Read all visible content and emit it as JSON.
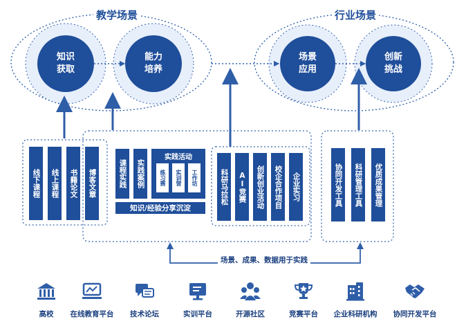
{
  "top": {
    "teaching_title": "教学场景",
    "industry_title": "行业场景",
    "circles": [
      {
        "line1": "知识",
        "line2": "获取"
      },
      {
        "line1": "能力",
        "line2": "培养"
      },
      {
        "line1": "场景",
        "line2": "应用"
      },
      {
        "line1": "创新",
        "line2": "挑战"
      }
    ]
  },
  "left_group": [
    "线下课程",
    "线上课程",
    "书籍论文",
    "博客文章"
  ],
  "middle_group": {
    "course_practice": "课程实践",
    "practice_case": "实践案例",
    "practice_activity": "实践活动",
    "sub_items": [
      "练习赛",
      "实训营",
      "工作坊"
    ],
    "knowledge_share": "知识/经验分享沉淀"
  },
  "right_middle_group": [
    "科研马拉松",
    "AI竞赛",
    "创新创业活动",
    "校企合作项目",
    "企业实习"
  ],
  "right_group": [
    "协同开发工具",
    "科研管理工具",
    "优质成果管理"
  ],
  "feedback_label": "场景、成果、数据用于实践",
  "platforms": [
    {
      "label": "高校",
      "icon": "university-icon"
    },
    {
      "label": "在线教育平台",
      "icon": "online-education-icon"
    },
    {
      "label": "技术论坛",
      "icon": "forum-icon"
    },
    {
      "label": "实训平台",
      "icon": "training-icon"
    },
    {
      "label": "开源社区",
      "icon": "community-icon"
    },
    {
      "label": "竞赛平台",
      "icon": "trophy-icon"
    },
    {
      "label": "企业科研机构",
      "icon": "building-icon"
    },
    {
      "label": "协同开发平台",
      "icon": "handshake-icon"
    }
  ],
  "colors": {
    "primary": "#1f4e9a",
    "dotted": "#3565b0",
    "arrow": "#2f5ea8"
  }
}
